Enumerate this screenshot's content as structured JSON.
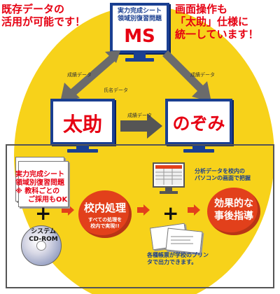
{
  "headings": {
    "left_line1": "既存データの",
    "left_line2": "活用が可能です！",
    "right_line1": "画面操作も",
    "right_line2": "「太助」仕様に",
    "right_line3": "統一しています！"
  },
  "ms_monitor": {
    "subtitle_line1": "実力完成シート",
    "subtitle_line2": "領域別復習問題",
    "big_label": "MS"
  },
  "tasuke_monitor": {
    "label": "太助"
  },
  "nozomi_monitor": {
    "label": "のぞみ"
  },
  "arrow_labels": {
    "left_diag": "成績データ",
    "right_diag": "成績データ",
    "name_data": "氏名データ",
    "horizontal": "成績データ"
  },
  "sheet": {
    "line1": "実力完成シート",
    "line2": "領域別復習問題",
    "line3": "※ 教科ごとの",
    "line4": "ご採用もOK"
  },
  "cdrom": {
    "line1": "システム",
    "line2": "CD-ROM"
  },
  "process": {
    "title": "校内処理",
    "sub_line1": "すべての処理を",
    "sub_line2": "校内で実現!!"
  },
  "result": {
    "line1": "効果的な",
    "line2": "事後指導"
  },
  "captions": {
    "analysis_line1": "分析データを校内の",
    "analysis_line2": "パソコンの画面で把握",
    "print_line1": "各種帳票が学校のプリン",
    "print_line2": "タで出力できます。"
  },
  "colors": {
    "background_circle": "#f7d21a",
    "accent_red": "#e60012",
    "monitor_blue": "#1a3f91",
    "arrow_grey": "#6b6b6b",
    "small_arrow_red": "#e2401b"
  }
}
